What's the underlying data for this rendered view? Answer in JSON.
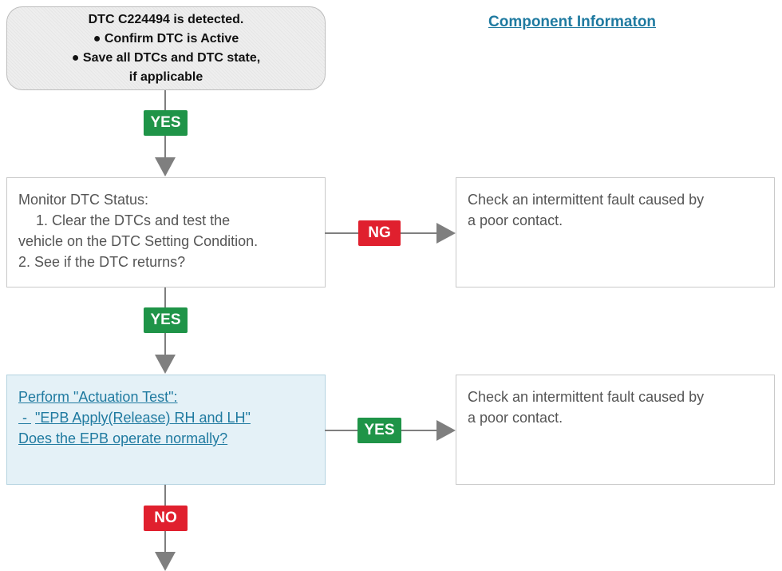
{
  "start": {
    "line1": "DTC C224494 is detected.",
    "line2": "● Confirm DTC is Active",
    "line3": "● Save all DTCs and DTC state,",
    "line4": "if applicable"
  },
  "component_link": "Component Informaton",
  "yes1": "YES",
  "step1": {
    "line1": "Monitor DTC Status:",
    "line2": "1. Clear the DTCs and test the",
    "line3": "vehicle on the DTC Setting Condition.",
    "line4": "2. See if the DTC returns?"
  },
  "ng": "NG",
  "side1": {
    "line1": "Check an intermittent fault caused by",
    "line2": "a poor contact."
  },
  "yes2": "YES",
  "step2": {
    "line1": "Perform \"Actuation Test\":",
    "dash": " - ",
    "line2": "\"EPB Apply(Release) RH and LH\"",
    "line3": "Does the EPB operate normally?"
  },
  "yes3": "YES",
  "side2": {
    "line1": "Check an intermittent fault caused by",
    "line2": "a poor contact."
  },
  "no": "NO"
}
